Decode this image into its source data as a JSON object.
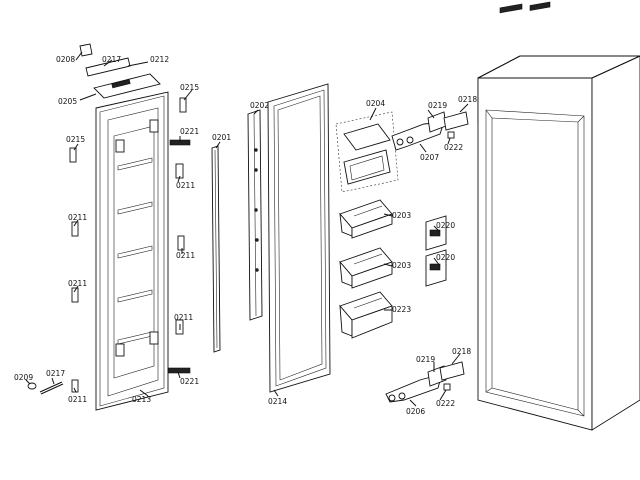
{
  "parts": {
    "p0201": "0201",
    "p0202": "0202",
    "p0203": "0203",
    "p0204": "0204",
    "p0205": "0205",
    "p0206": "0206",
    "p0207": "0207",
    "p0208": "0208",
    "p0209": "0209",
    "p0211": "0211",
    "p0212": "0212",
    "p0213": "0213",
    "p0214": "0214",
    "p0215": "0215",
    "p0217": "0217",
    "p0218": "0218",
    "p0219": "0219",
    "p0220": "0220",
    "p0221": "0221",
    "p0222": "0222",
    "p0223": "0223"
  }
}
